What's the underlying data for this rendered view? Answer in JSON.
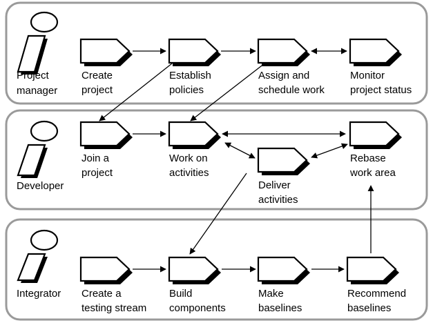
{
  "lanes": [
    {
      "role": [
        "Project",
        "manager"
      ]
    },
    {
      "role": [
        "Developer"
      ]
    },
    {
      "role": [
        "Integrator"
      ]
    }
  ],
  "activities": {
    "create_project": [
      "Create",
      "project"
    ],
    "establish_policies": [
      "Establish",
      "policies"
    ],
    "assign_schedule": [
      "Assign and",
      "schedule work"
    ],
    "monitor_status": [
      "Monitor",
      "project status"
    ],
    "join_project": [
      "Join a",
      "project"
    ],
    "work_on_activities": [
      "Work on",
      "activities"
    ],
    "deliver_activities": [
      "Deliver",
      "activities"
    ],
    "rebase_work_area": [
      "Rebase",
      "work area"
    ],
    "create_testing_stream": [
      "Create a",
      "testing stream"
    ],
    "build_components": [
      "Build",
      "components"
    ],
    "make_baselines": [
      "Make",
      "baselines"
    ],
    "recommend_baselines": [
      "Recommend",
      "baselines"
    ]
  }
}
